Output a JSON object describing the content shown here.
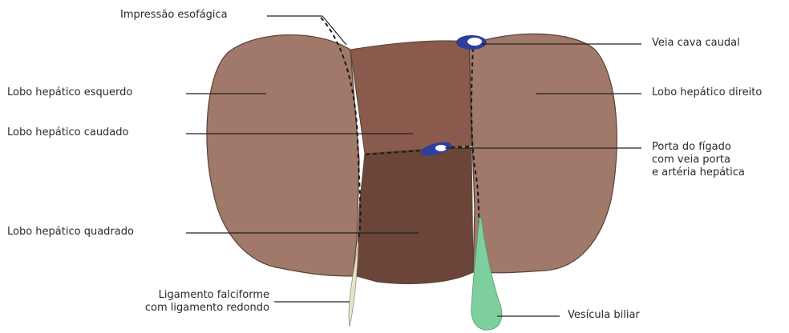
{
  "labels": {
    "impressao_esofagica": "Impressão esofágica",
    "lobo_esquerdo": "Lobo hepático esquerdo",
    "lobo_caudado": "Lobo hepático caudado",
    "lobo_quadrado": "Lobo hepático quadrado",
    "ligamento_line1": "Ligamento falciforme",
    "ligamento_line2": "com ligamento redondo",
    "veia_cava": "Veia cava caudal",
    "lobo_direito": "Lobo hepático direito",
    "porta_line1": "Porta do fígado",
    "porta_line2": "com veia porta",
    "porta_line3": "e artéria hepática",
    "vesicula": "Vesícula biliar"
  },
  "colors": {
    "lateral_lobes": "#a0796a",
    "caudate_lobe": "#8a5a4c",
    "quadrate_lobe": "#6b4538",
    "vein": "#2d3f9e",
    "gallbladder": "#7ecf9e",
    "ligament": "#e6e2d2",
    "outline": "#5a4035",
    "leader": "#222222"
  }
}
